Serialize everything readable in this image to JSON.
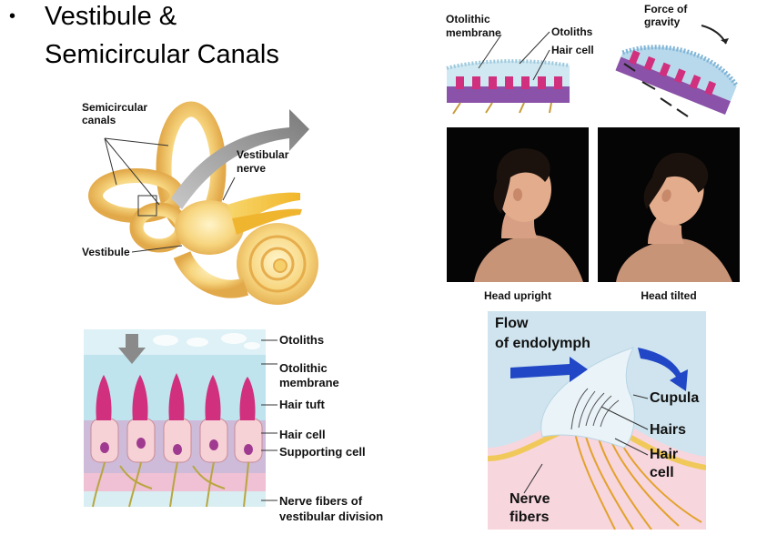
{
  "slide": {
    "bullet": "•",
    "title_line1": "Vestibule &",
    "title_line2": "Semicircular Canals"
  },
  "ear_diagram": {
    "semicircular_label_line1": "Semicircular",
    "semicircular_label_line2": "canals",
    "vestibular_label_line1": "Vestibular",
    "vestibular_label_line2": "nerve",
    "vestibule_label": "Vestibule"
  },
  "otolith_small": {
    "otolithic_label_line1": "Otolithic",
    "otolithic_label_line2": "membrane",
    "otoliths_label": "Otoliths",
    "hair_cell_label": "Hair cell",
    "gravity_label_line1": "Force of",
    "gravity_label_line2": "gravity"
  },
  "photos": {
    "upright_caption": "Head upright",
    "tilted_caption": "Head tilted"
  },
  "macula_diagram": {
    "labels": {
      "otoliths": "Otoliths",
      "otolithic_line1": "Otolithic",
      "otolithic_line2": "membrane",
      "hair_tuft": "Hair tuft",
      "hair_cell": "Hair cell",
      "supporting_cell": "Supporting cell",
      "nerve_line1": "Nerve fibers of",
      "nerve_line2": "vestibular division"
    }
  },
  "crista_diagram": {
    "flow_line1": "Flow",
    "flow_line2": "of endolymph",
    "cupula": "Cupula",
    "hairs": "Hairs",
    "hair_line1": "Hair",
    "hair_line2": "cell",
    "nerve_line1": "Nerve",
    "nerve_line2": "fibers"
  },
  "colors": {
    "bone_yellow": "#f4cf6a",
    "hair_pink": "#d0307e",
    "membrane_blue": "#bfe4ee",
    "cell_pink": "#f6d1d6",
    "purple_base": "#8a52a8",
    "crista_bg": "#cfe4ee",
    "flow_arrow": "#2147c6"
  }
}
